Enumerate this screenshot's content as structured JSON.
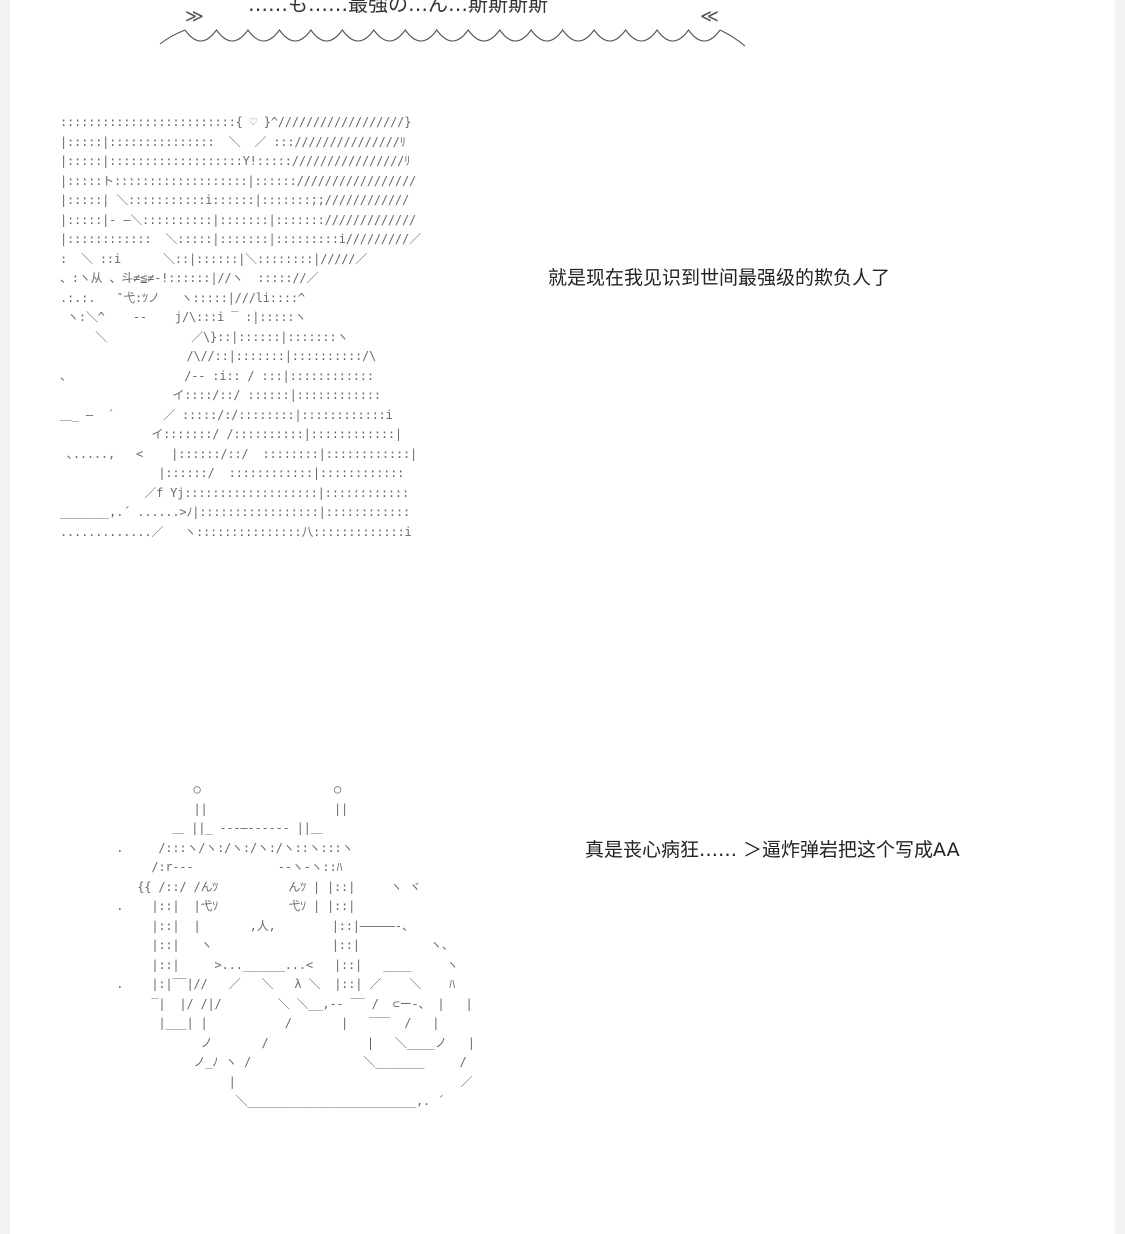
{
  "header": {
    "banner_text": "……も……最強の…ん…斯斯斯斯",
    "left_mark": "≫",
    "right_mark": "≪"
  },
  "panels": [
    {
      "caption": "就是现在我见识到世间最强级的欺负人了",
      "art": ":::::::::::::::::::::::::{ ♡ }^//////////////////}\n|:::::|:::::::::::::::  ＼  ／ :::///////////////ﾘ\n|:::::|:::::::::::::::::::Y!:::::////////////////ﾘ\n|:::::ト:::::::::::::::::::|:::::://///////////////\n|:::::| ＼:::::::::::i::::::|:::::::;;////////////\n|:::::|- ―＼::::::::::|:::::::|::::::://///////////\n|::::::::::::  ＼:::::|:::::::|:::::::::i/////////／\n:  ＼ ::i      ＼::|::::::|＼::::::::|/////／\n、:ヽ从 、斗≠≦≠-!::::::|//ヽ  ::::://／\n.:.:.   ″弋:ﾂノ   ヽ:::::|///li::::^\n ヽ:＼^    ‐‐    j/\\:::i ‾ :|:::::ヽ\n     ＼            ／\\}::|::::::|:::::::ヽ\n                  /\\//::|:::::::|::::::::::/\\\n、                /‐‐ :i:: / :::|::::::::::::\n                イ::::/::/ ::::::|::::::::::::\n＿_ ―  ´       ／ :::::/:/::::::::|::::::::::::i\n             イ:::::::/ /::::::::::|::::::::::::|\n ､.....,   <    |::::::/::/  ::::::::|::::::::::::|\n              |::::::/  ::::::::::::|::::::::::::\n            ／f Yj:::::::::::::::::::|::::::::::::\n_______,.´ ......>ﾉ|:::::::::::::::::|::::::::::::\n.............／   ヽ:::::::::::::::八:::::::::::::i"
    },
    {
      "caption": "真是丧心病狂…… ＞逼炸弹岩把这个写成AA",
      "art": "                   ○                   ○\n                   ||                  ||\n                ＿ ||_ ---―‐‐---- ||＿\n        .     /:::ヽ/ヽ:/ヽ:/ヽ:/ヽ::ヽ:::ヽ\n             /:r-‐‐            ‐‐ヽ-ヽ::ﾊ\n           {{ /::/ /んﾂ          んﾂ | |::|     ヽ ヾ\n        .    |::|  |弋ｿ          弋ｿ | |::|\n             |::|  |       ,人,        |::|―――――‐、\n             |::|   ヽ                 |::|          ヽ、\n             |::|     >...______...<   |::|   ____     ヽ\n        .    |:|‾‾|//   ／   ＼   λ ＼  |::| ／    ＼    ﾊ\n             ‾|  |/ /|/        ＼ ＼__,-‐ ‾‾ /  ⊂ー-、 |   |\n              |___| |           /       |   ‾‾‾  /   |\n                    ノ       /              |   ＼____ノ   |\n                   ノ_ﾉ ヽ /                ＼_______     /\n                        |                                ／\n                         ＼________________________,. ´"
    }
  ]
}
